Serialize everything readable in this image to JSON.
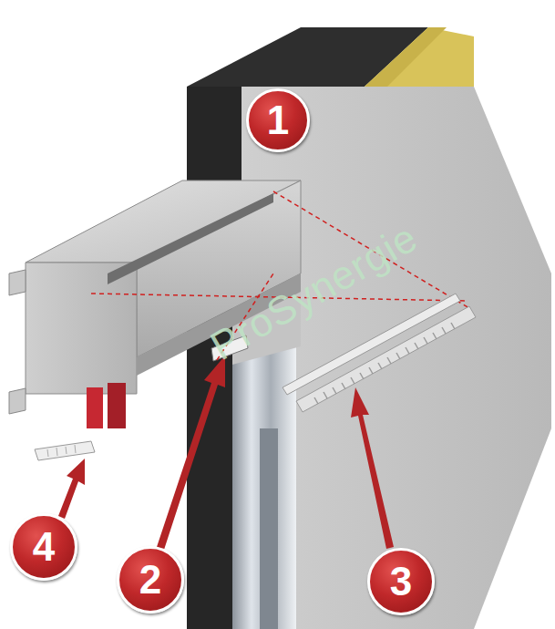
{
  "diagram": {
    "nodes": [
      {
        "text": [
          "1"
        ]
      },
      {
        "text": [
          "4"
        ]
      },
      {
        "text": [
          "2"
        ]
      },
      {
        "text": [
          "3"
        ]
      }
    ],
    "labels": [
      "ProSynergie"
    ]
  }
}
